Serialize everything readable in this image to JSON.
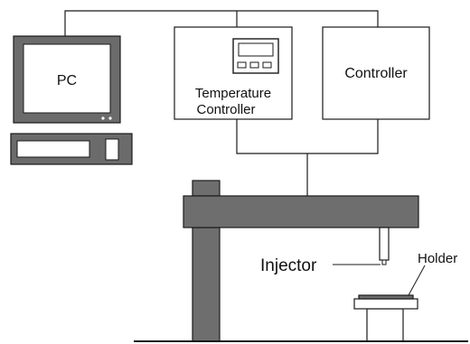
{
  "labels": {
    "pc": "PC",
    "temperature_controller_line1": "Temperature",
    "temperature_controller_line2": "Controller",
    "controller": "Controller",
    "injector": "Injector",
    "holder": "Holder"
  },
  "colors": {
    "stroke": "#1a1a1a",
    "frame_fill": "#6b6b6b",
    "box_fill": "#ffffff",
    "gantry_fill": "#6e6e6e",
    "screen_fill": "#ffffff"
  }
}
